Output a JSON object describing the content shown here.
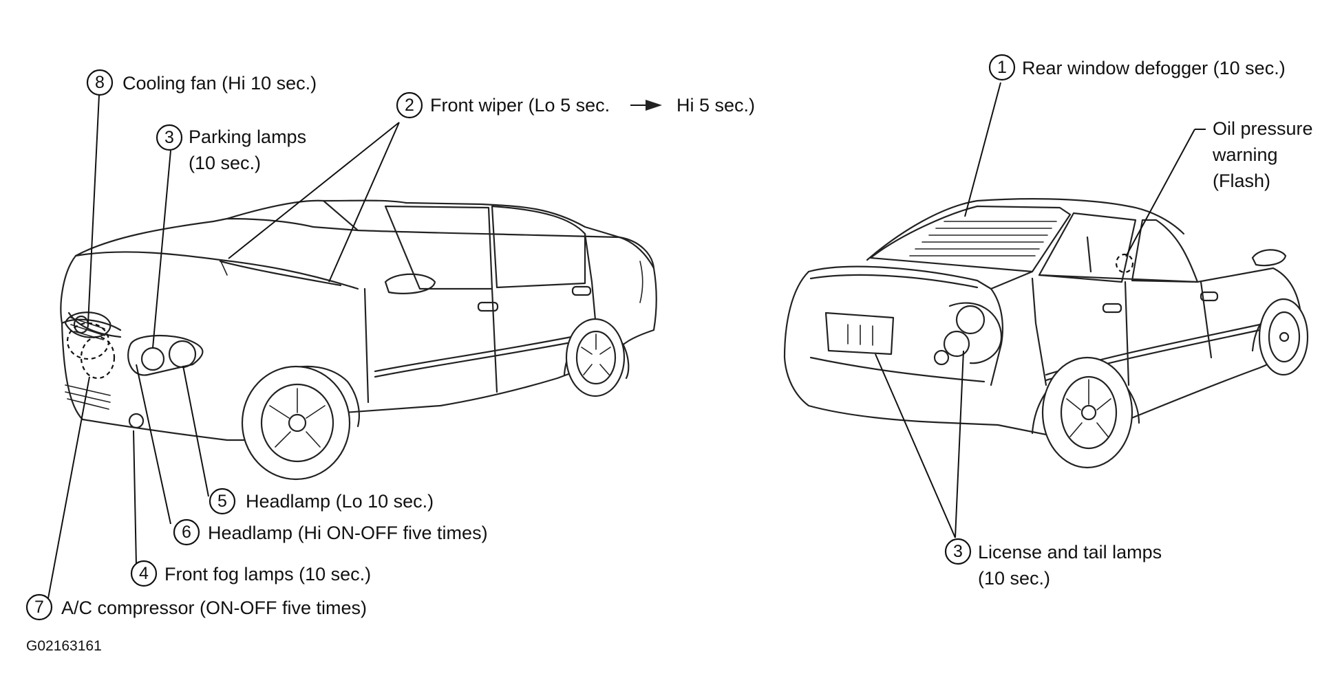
{
  "callouts": [
    {
      "id": "8",
      "num": "8",
      "line1": "Cooling fan (Hi 10 sec.)",
      "line2": ""
    },
    {
      "id": "3a",
      "num": "3",
      "line1": "Parking lamps",
      "line2": "(10 sec.)"
    },
    {
      "id": "2",
      "num": "2",
      "line1": "Front wiper (Lo 5 sec.",
      "line2": "",
      "tail": "Hi 5 sec.)"
    },
    {
      "id": "5",
      "num": "5",
      "line1": "Headlamp (Lo 10 sec.)",
      "line2": ""
    },
    {
      "id": "6",
      "num": "6",
      "line1": "Headlamp (Hi ON-OFF five times)",
      "line2": ""
    },
    {
      "id": "4",
      "num": "4",
      "line1": "Front fog lamps (10 sec.)",
      "line2": ""
    },
    {
      "id": "7",
      "num": "7",
      "line1": "A/C compressor (ON-OFF five times)",
      "line2": ""
    },
    {
      "id": "1",
      "num": "1",
      "line1": "Rear window defogger (10 sec.)",
      "line2": ""
    },
    {
      "id": "3b",
      "num": "3",
      "line1": "License and tail lamps",
      "line2": "(10 sec.)"
    }
  ],
  "oil_warning": {
    "line1": "Oil pressure",
    "line2": "warning",
    "line3": "(Flash)"
  },
  "figure_code": "G02163161",
  "colors": {
    "ink": "#111111",
    "background": "#ffffff"
  }
}
